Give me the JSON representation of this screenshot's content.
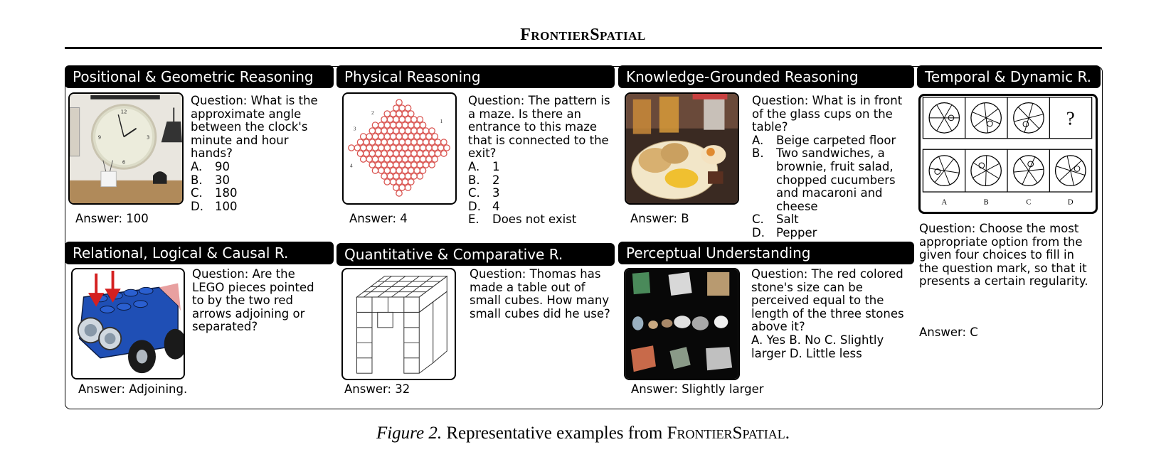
{
  "running_head": "FrontierSpatial",
  "caption": {
    "figure_label": "Figure 2.",
    "text_before": "Representative examples from",
    "name": "FrontierSpatial",
    "text_after": "."
  },
  "panels": {
    "positional": {
      "title": "Positional & Geometric Reasoning",
      "question": "Question: What is the approximate angle between the clock's minute and hour hands?",
      "options": [
        {
          "letter": "A.",
          "text": "90"
        },
        {
          "letter": "B.",
          "text": "30"
        },
        {
          "letter": "C.",
          "text": "180"
        },
        {
          "letter": "D.",
          "text": "100"
        }
      ],
      "answer": "Answer: 100"
    },
    "physical": {
      "title": "Physical Reasoning",
      "question": "Question: The pattern is a maze. Is there an entrance to this maze that is connected to the exit?",
      "options": [
        {
          "letter": "A.",
          "text": "1"
        },
        {
          "letter": "B.",
          "text": "2"
        },
        {
          "letter": "C.",
          "text": "3"
        },
        {
          "letter": "D.",
          "text": "4"
        },
        {
          "letter": "E.",
          "text": "Does not exist"
        }
      ],
      "maze_labels": [
        "1",
        "2",
        "3",
        "4"
      ],
      "answer": "Answer: 4"
    },
    "knowledge": {
      "title": "Knowledge-Grounded Reasoning",
      "question": "Question: What is in front of the glass cups on the table?",
      "options": [
        {
          "letter": "A.",
          "text": "Beige carpeted floor"
        },
        {
          "letter": "B.",
          "text": "Two sandwiches, a brownie, fruit salad, chopped cucumbers and macaroni and cheese"
        },
        {
          "letter": "C.",
          "text": "Salt"
        },
        {
          "letter": "D.",
          "text": "Pepper"
        }
      ],
      "answer": "Answer: B"
    },
    "temporal": {
      "title": "Temporal & Dynamic R.",
      "question_mark": "?",
      "option_labels": [
        "A",
        "B",
        "C",
        "D"
      ],
      "question": "Question: Choose the most appropriate option from the given four choices to fill in the question mark, so that it presents a certain regularity.",
      "answer": "Answer: C"
    },
    "relational": {
      "title": "Relational, Logical & Causal R.",
      "question": "Question: Are the LEGO pieces pointed to by the two red arrows adjoining or separated?",
      "answer": "Answer: Adjoining."
    },
    "quantitative": {
      "title": "Quantitative & Comparative R.",
      "question": "Question: Thomas has made a table out of small cubes. How many small cubes did he use?",
      "answer": "Answer: 32"
    },
    "perceptual": {
      "title": "Perceptual Understanding",
      "question": "Question: The red colored stone's size can be perceived equal to the length of the three stones above it?",
      "options_inline": "A. Yes  B. No  C. Slightly larger D. Little less",
      "answer": "Answer: Slightly larger"
    }
  },
  "colors": {
    "header_bg": "#000000",
    "maze": "#d9534f",
    "lego_blue": "#1f4fb5",
    "arrow_red": "#d42020"
  }
}
